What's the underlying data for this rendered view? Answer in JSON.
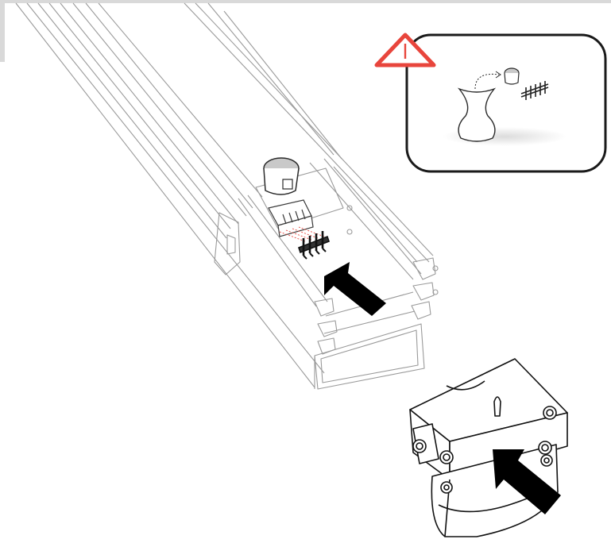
{
  "figure": {
    "kind": "assembly-instruction-illustration",
    "parts": [
      "profile-rail",
      "rail-end-cap",
      "pin-connector",
      "end-cap-housing"
    ],
    "warning_icon": "warning-triangle-icon",
    "motion_arrows": [
      "arrow-insert-connector-icon",
      "arrow-insert-endcap-icon"
    ]
  },
  "colors": {
    "line": "#3a3a3a",
    "rail_line": "#9a9a9a",
    "warning_red": "#e8453c",
    "callout_border": "#1a1a1a",
    "arrow_fill": "#000000",
    "cap_grey": "#c9c9c9",
    "shadow": "#e6e6e6"
  }
}
